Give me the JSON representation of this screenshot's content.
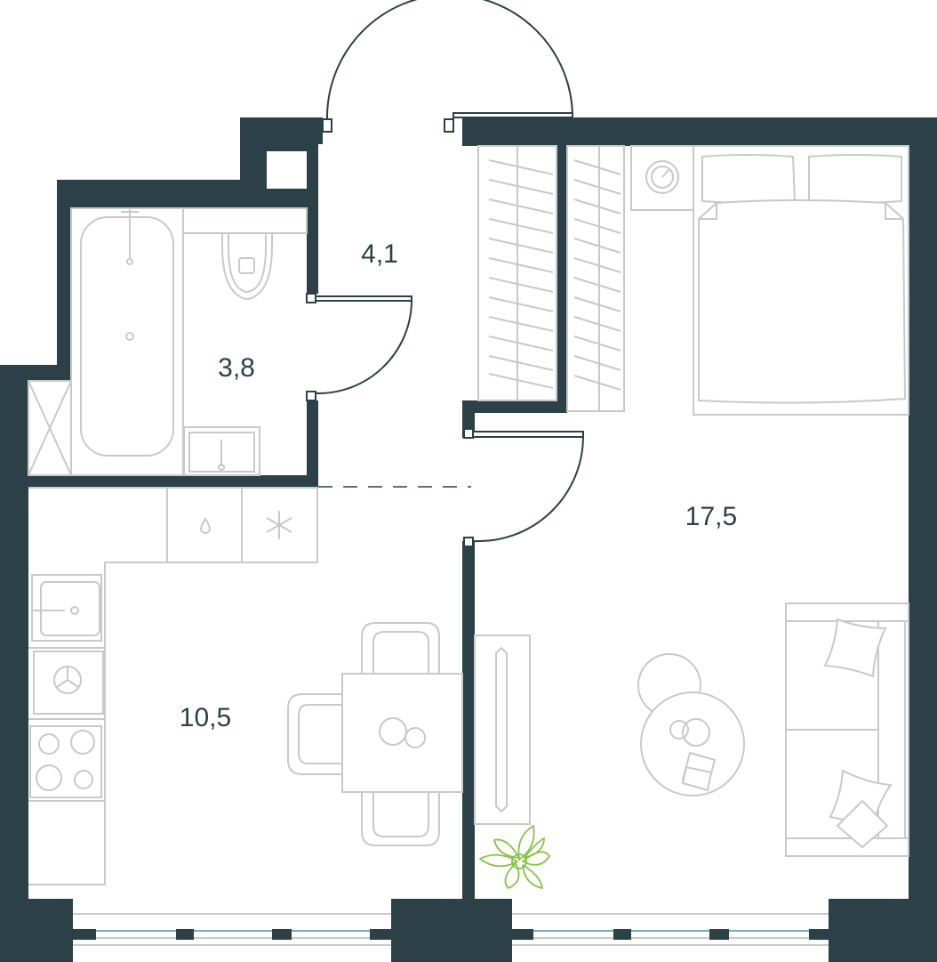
{
  "rooms": [
    {
      "id": "hall",
      "area": "4,1"
    },
    {
      "id": "bathroom",
      "area": "3,8"
    },
    {
      "id": "kitchen",
      "area": "10,5"
    },
    {
      "id": "bedroom-living",
      "area": "17,5"
    }
  ],
  "colors": {
    "wall": "#2c4147",
    "fixture": "#c9c9c9",
    "window_glass": "#4a8fb8",
    "plant": "#86c34a"
  }
}
